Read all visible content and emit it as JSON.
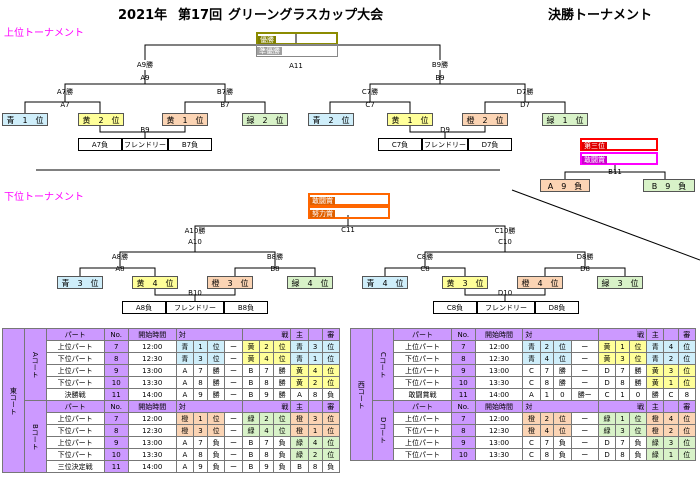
{
  "header": {
    "year": "2021年",
    "edition": "第17回",
    "event": "グリーングラスカップ大会",
    "subtitle": "決勝トーナメント"
  },
  "upper": {
    "section": "上位トーナメント",
    "awards": [
      "優勝",
      "準優勝"
    ],
    "final": {
      "left": "A9勝",
      "right": "B9勝",
      "match": "A11",
      "lnum": "A9",
      "rnum": "B9"
    },
    "semi": {
      "a7w": "A7勝",
      "b7w": "B7勝",
      "c7w": "C7勝",
      "d7w": "D7勝",
      "a7": "A7",
      "b7": "B7",
      "c7": "C7",
      "d7": "D7"
    },
    "teams": [
      "青　1　位",
      "黄　2　位",
      "黄　1　位",
      "緑　2　位",
      "青　2　位",
      "黄　1　位",
      "橙　2　位",
      "緑　1　位"
    ],
    "friendly": {
      "left": {
        "a": "A7負",
        "mid": "フレンドリー",
        "b": "B7負",
        "match": "B9"
      },
      "right": {
        "a": "C7負",
        "mid": "フレンドリー",
        "b": "D7負",
        "match": "D9"
      }
    }
  },
  "third": {
    "awards": [
      "第三位",
      "敢闘賞"
    ],
    "teams": [
      "A　9　負",
      "B　9　負"
    ],
    "match": "B11"
  },
  "lower": {
    "section": "下位トーナメント",
    "awards": [
      "敢闘賞",
      "努力賞"
    ],
    "final": {
      "left": "A10勝",
      "right": "C10勝",
      "match": "C11",
      "lnum": "A10",
      "rnum": "C10"
    },
    "semi": {
      "a8w": "A8勝",
      "b8w": "B8勝",
      "c8w": "C8勝",
      "d8w": "D8勝",
      "a8": "A8",
      "b8": "B8",
      "c8": "C8",
      "d8": "D8"
    },
    "teams": [
      "青　3　位",
      "黄　4　位",
      "橙　3　位",
      "緑　4　位",
      "青　4　位",
      "黄　3　位",
      "橙　4　位",
      "緑　3　位"
    ],
    "friendly": {
      "left": {
        "a": "A8負",
        "mid": "フレンドリー",
        "b": "B8負",
        "match": "B10"
      },
      "right": {
        "a": "C8負",
        "mid": "フレンドリー",
        "b": "D8負",
        "match": "D10"
      }
    }
  },
  "schedule": {
    "headers": [
      "パート",
      "No.",
      "開始時間",
      "対",
      "戦",
      "主",
      "審"
    ],
    "east": {
      "label": "東コート",
      "courtA": {
        "label": "Aコート",
        "rows": [
          [
            "上位パート",
            "7",
            "12:00",
            "青",
            "1",
            "位",
            "ー",
            "黄",
            "2",
            "位",
            "青",
            "3",
            "位"
          ],
          [
            "下位パート",
            "8",
            "12:30",
            "青",
            "3",
            "位",
            "ー",
            "黄",
            "4",
            "位",
            "青",
            "1",
            "位"
          ],
          [
            "上位パート",
            "9",
            "13:00",
            "A",
            "7",
            "勝",
            "ー",
            "B",
            "7",
            "勝",
            "黄",
            "4",
            "位"
          ],
          [
            "下位パート",
            "10",
            "13:30",
            "A",
            "8",
            "勝",
            "ー",
            "B",
            "8",
            "勝",
            "黄",
            "2",
            "位"
          ],
          [
            "決勝戦",
            "11",
            "14:00",
            "A",
            "9",
            "勝",
            "ー",
            "B",
            "9",
            "勝",
            "A",
            "8",
            "負"
          ]
        ]
      },
      "courtB": {
        "label": "Bコート",
        "rows": [
          [
            "上位パート",
            "7",
            "12:00",
            "橙",
            "1",
            "位",
            "ー",
            "緑",
            "2",
            "位",
            "橙",
            "3",
            "位"
          ],
          [
            "下位パート",
            "8",
            "12:30",
            "橙",
            "3",
            "位",
            "ー",
            "緑",
            "4",
            "位",
            "橙",
            "1",
            "位"
          ],
          [
            "上位パート",
            "9",
            "13:00",
            "A",
            "7",
            "負",
            "ー",
            "B",
            "7",
            "負",
            "緑",
            "4",
            "位"
          ],
          [
            "下位パート",
            "10",
            "13:30",
            "A",
            "8",
            "負",
            "ー",
            "B",
            "8",
            "負",
            "緑",
            "2",
            "位"
          ],
          [
            "三位決定戦",
            "11",
            "14:00",
            "A",
            "9",
            "負",
            "ー",
            "B",
            "9",
            "負",
            "B",
            "8",
            "負"
          ]
        ]
      }
    },
    "west": {
      "label": "西コート",
      "courtC": {
        "label": "Cコート",
        "rows": [
          [
            "上位パート",
            "7",
            "12:00",
            "青",
            "2",
            "位",
            "ー",
            "黄",
            "1",
            "位",
            "青",
            "4",
            "位"
          ],
          [
            "下位パート",
            "8",
            "12:30",
            "青",
            "4",
            "位",
            "ー",
            "黄",
            "3",
            "位",
            "青",
            "2",
            "位"
          ],
          [
            "上位パート",
            "9",
            "13:00",
            "C",
            "7",
            "勝",
            "ー",
            "D",
            "7",
            "勝",
            "黄",
            "3",
            "位"
          ],
          [
            "下位パート",
            "10",
            "13:30",
            "C",
            "8",
            "勝",
            "ー",
            "D",
            "8",
            "勝",
            "黄",
            "1",
            "位"
          ],
          [
            "敢闘賞戦",
            "11",
            "14:00",
            "A",
            "1",
            "0",
            "勝ー",
            "C",
            "1",
            "0",
            "勝",
            "C",
            "8"
          ]
        ]
      },
      "courtD": {
        "label": "Dコート",
        "rows": [
          [
            "上位パート",
            "7",
            "12:00",
            "橙",
            "2",
            "位",
            "ー",
            "緑",
            "1",
            "位",
            "橙",
            "4",
            "位"
          ],
          [
            "下位パート",
            "8",
            "12:30",
            "橙",
            "4",
            "位",
            "ー",
            "緑",
            "3",
            "位",
            "橙",
            "2",
            "位"
          ],
          [
            "上位パート",
            "9",
            "13:00",
            "C",
            "7",
            "負",
            "ー",
            "D",
            "7",
            "負",
            "緑",
            "3",
            "位"
          ],
          [
            "下位パート",
            "10",
            "13:30",
            "C",
            "8",
            "負",
            "ー",
            "D",
            "8",
            "負",
            "緑",
            "1",
            "位"
          ]
        ]
      }
    }
  }
}
